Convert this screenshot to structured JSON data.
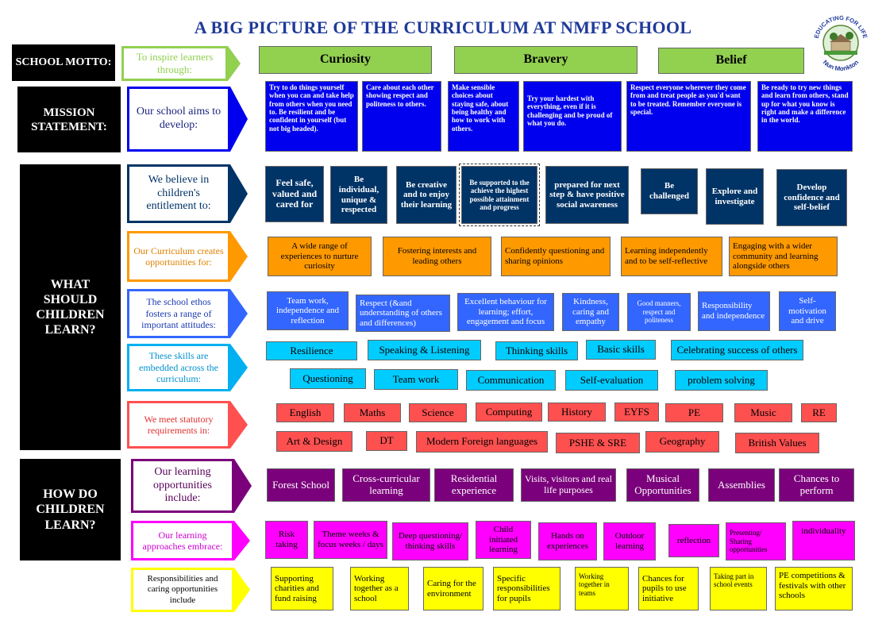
{
  "title": "A BIG PICTURE OF THE CURRICULUM AT NMFP SCHOOL",
  "logo": {
    "top_text": "EDUCATING FOR LIFE",
    "bottom_text": "Nun Monkton"
  },
  "section_labels": {
    "motto": "SCHOOL MOTTO:",
    "mission": "MISSION STATEMENT:",
    "what": "WHAT SHOULD CHILDREN LEARN?",
    "how": "HOW DO CHILDREN LEARN?"
  },
  "rows": {
    "inspire": {
      "label": "To inspire learners through:",
      "color": "#92d050",
      "items": [
        "Curiosity",
        "Bravery",
        "Belief"
      ]
    },
    "aims": {
      "label": "Our school aims to develop:",
      "color": "#0000ee",
      "items": [
        "Try to do things yourself when you can and take help from others when you need to. Be resilient and be confident in yourself (but not big headed).",
        "Care about each other showing respect and politeness to others.",
        "Make sensible choices about staying safe, about being healthy and how to work with others.",
        "Try your hardest with everything, even if it is challenging and be proud of what you do.",
        "Respect everyone wherever they come from and treat people as you'd want to be treated. Remember everyone is special.",
        "Be ready to try new things and learn from others, stand up for what you know is right and make a difference in the world."
      ]
    },
    "entitlement": {
      "label": "We believe in children's entitlement to:",
      "color": "#003366",
      "items": [
        "Feel safe, valued and cared for",
        "Be individual, unique & respected",
        "Be creative and to enjoy their learning",
        "Be supported to the achieve the highest possible attainment and progress",
        "prepared for next step & have positive social awareness",
        "Be challenged",
        "Explore and investigate",
        "Develop confidence and self-belief"
      ]
    },
    "opportunities": {
      "label": "Our Curriculum creates opportunities for:",
      "color": "#ff9900",
      "items": [
        "A wide range of experiences to nurture curiosity",
        "Fostering interests and leading others",
        "Confidently questioning and sharing opinions",
        "Learning independently and to be self-reflective",
        "Engaging with a wider community and learning alongside others"
      ]
    },
    "ethos": {
      "label": "The school ethos fosters a range of important attitudes:",
      "color": "#3366ff",
      "items": [
        "Team work, independence and reflection",
        "Respect (&and understanding of others and differences)",
        "Excellent behaviour for learning; effort, engagement and focus",
        "Kindness, caring and empathy",
        "Good manners, respect and politeness",
        "Responsibility and independence",
        "Self-motivation and drive"
      ]
    },
    "skills": {
      "label": "These skills are embedded across the curriculum:",
      "color": "#00b0f0",
      "items_row1": [
        "Resilience",
        "Speaking & Listening",
        "Thinking skills",
        "Basic skills",
        "Celebrating success of others"
      ],
      "items_row2": [
        "Questioning",
        "Team work",
        "Communication",
        "Self-evaluation",
        "problem solving"
      ]
    },
    "statutory": {
      "label": "We meet statutory requirements in:",
      "color": "#ff5050",
      "items_row1": [
        "English",
        "Maths",
        "Science",
        "Computing",
        "History",
        "EYFS",
        "PE",
        "Music",
        "RE"
      ],
      "items_row2": [
        "Art & Design",
        "DT",
        "Modern Foreign languages",
        "PSHE & SRE",
        "Geography",
        "British Values"
      ]
    },
    "learning": {
      "label": "Our learning opportunities include:",
      "color": "#7b007b",
      "items": [
        "Forest School",
        "Cross-curricular learning",
        "Residential experience",
        "Visits, visitors and real life purposes",
        "Musical Opportunities",
        "Assemblies",
        "Chances to perform"
      ]
    },
    "approaches": {
      "label": "Our learning approaches embrace:",
      "color": "#ff00ff",
      "items": [
        "Risk taking",
        "Theme weeks & focus weeks / days",
        "Deep questioning/ thinking skills",
        "Child initiated learning",
        "Hands on experiences",
        "Outdoor learning",
        "reflection",
        "Presenting/ Sharing opportunities",
        "individuality"
      ]
    },
    "responsibilities": {
      "label": "Responsibilities and caring opportunities include",
      "color": "#ffff00",
      "items": [
        "Supporting charities and fund raising",
        "Working together as a school",
        "Caring for the environment",
        "Specific responsibilities for pupils",
        "Working together in teams",
        "Chances for pupils to use initiative",
        "Taking part in school events",
        "PE competitions & festivals with other schools"
      ]
    }
  }
}
